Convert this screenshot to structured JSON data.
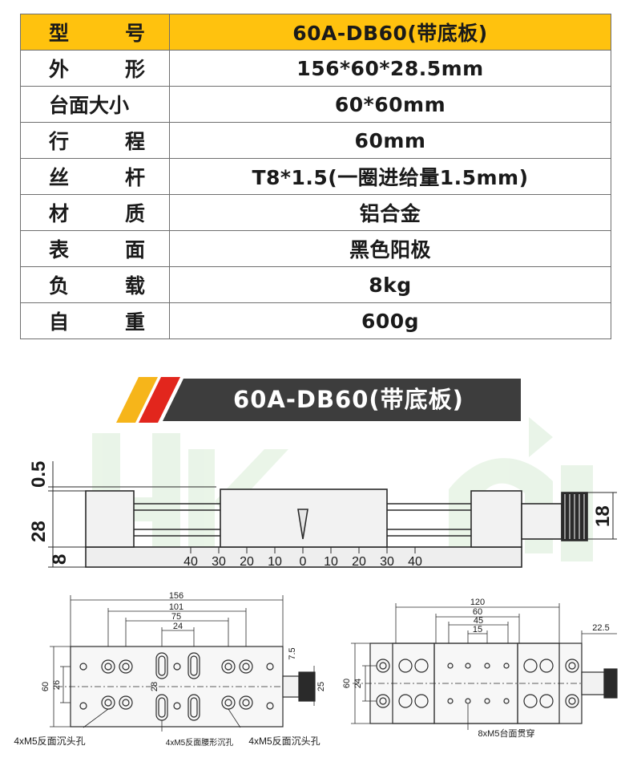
{
  "table": {
    "header": {
      "label": "型号",
      "value": "60A-DB60(带底板)"
    },
    "rows": [
      {
        "label": "外形",
        "value": "156*60*28.5mm"
      },
      {
        "label": "台面大小",
        "value": "60*60mm"
      },
      {
        "label": "行程",
        "value": "60mm"
      },
      {
        "label": "丝杆",
        "value": "T8*1.5(一圈进给量1.5mm)"
      },
      {
        "label": "材质",
        "value": "铝合金"
      },
      {
        "label": "表面",
        "value": "黑色阳极"
      },
      {
        "label": "负载",
        "value": "8kg"
      },
      {
        "label": "自重",
        "value": "600g"
      }
    ]
  },
  "banner": {
    "title": "60A-DB60(带底板)"
  },
  "side_view": {
    "dims": {
      "top_gap": "0.5",
      "height": "28",
      "base": "8",
      "knob": "18"
    },
    "scale_labels": [
      "40",
      "30",
      "20",
      "10",
      "0",
      "10",
      "20",
      "30",
      "40"
    ]
  },
  "top_view_left": {
    "dims": {
      "d156": "156",
      "d101": "101",
      "d75": "75",
      "d24": "24",
      "d7_5": "7.5",
      "d60": "60",
      "d26": "26",
      "d28": "28",
      "d25": "25"
    },
    "notes": {
      "counterbore_left": "4xM5反面沉头孔",
      "slot": "4xM5反面腰形沉孔",
      "counterbore_right": "4xM5反面沉头孔"
    }
  },
  "top_view_right": {
    "dims": {
      "d120": "120",
      "d60": "60",
      "d45": "45",
      "d15": "15",
      "d22_5": "22.5",
      "d60v": "60",
      "d24": "24"
    },
    "notes": {
      "through": "8xM5台面贯穿"
    }
  },
  "colors": {
    "accent": "#ffc20e",
    "banner_dark": "#3d3d3d",
    "stripe_red": "#e2261d",
    "stripe_yellow": "#f6b51a",
    "watermark": "#d8ecd6"
  }
}
